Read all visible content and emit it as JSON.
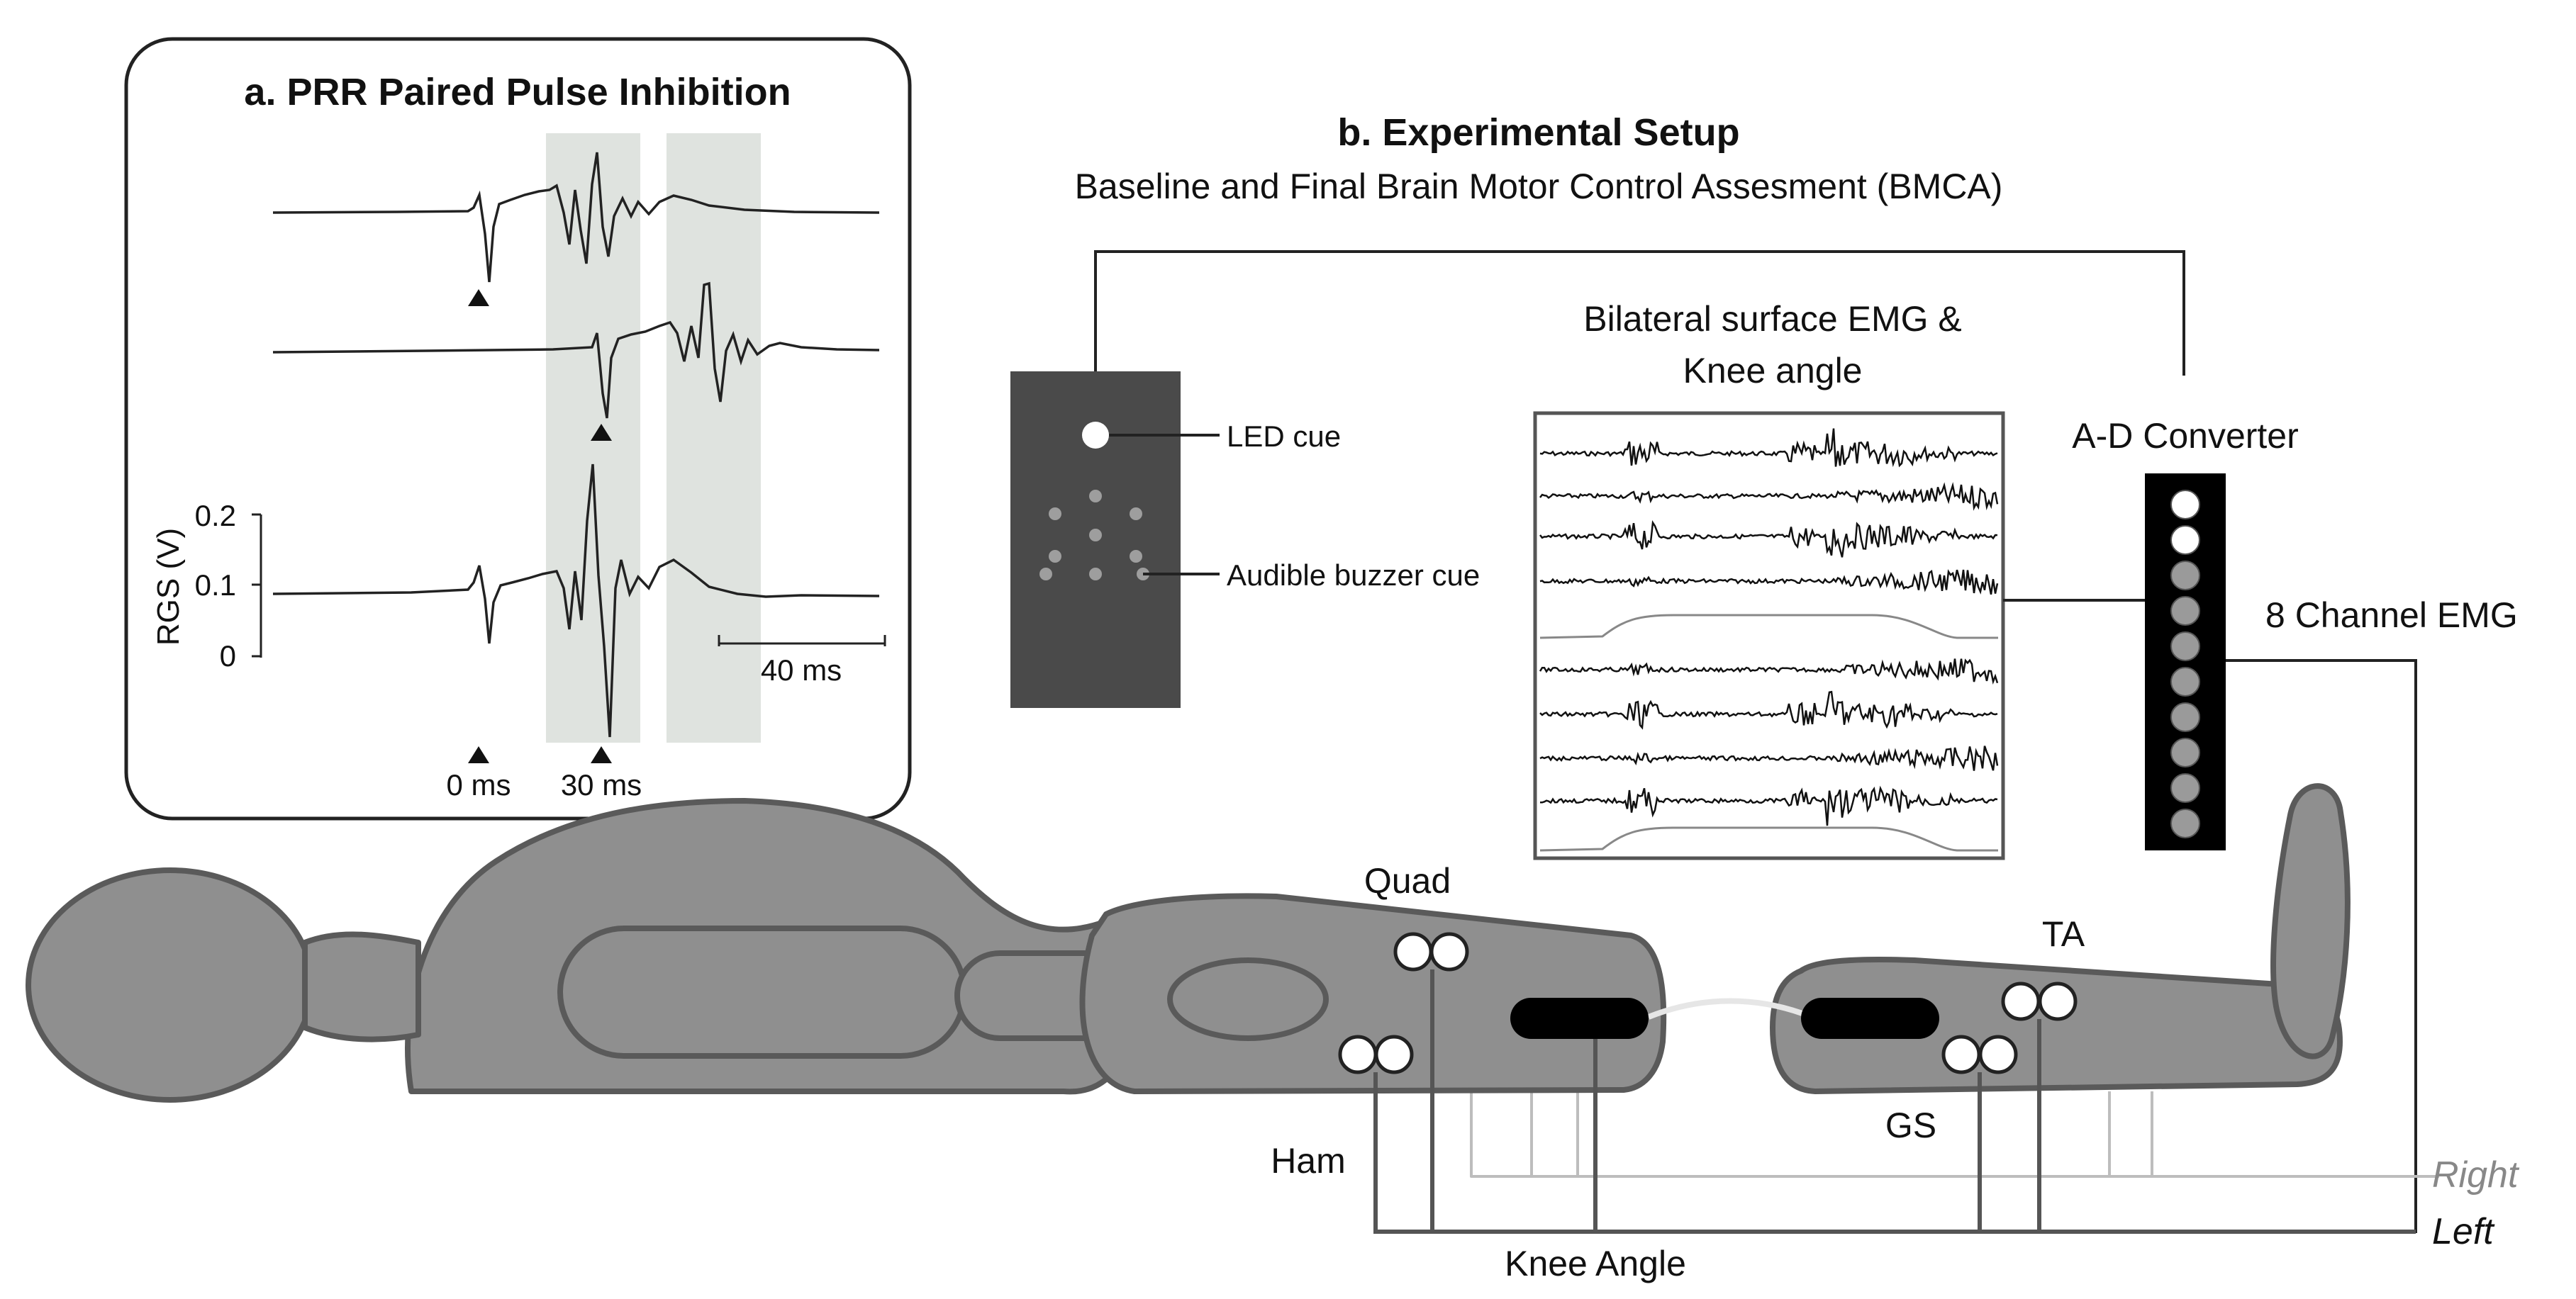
{
  "panel_a": {
    "title": "a. PRR Paired Pulse Inhibition",
    "ylabel": "RGS (V)",
    "yticks": [
      "0.2",
      "0.1",
      "0"
    ],
    "scale_label": "40 ms",
    "time_labels": [
      "0 ms",
      "30 ms"
    ]
  },
  "panel_b": {
    "title": "b. Experimental Setup",
    "subtitle": "Baseline and Final Brain Motor Control Assesment (BMCA)",
    "led_label": "LED cue",
    "buzzer_label": "Audible buzzer cue",
    "emg_title_line1": "Bilateral surface EMG &",
    "emg_title_line2": "Knee angle",
    "adc_label": "A-D Converter",
    "channel_label": "8 Channel EMG"
  },
  "body": {
    "quad_label": "Quad",
    "ham_label": "Ham",
    "ta_label": "TA",
    "gs_label": "GS",
    "knee_label": "Knee Angle",
    "right_label": "Right",
    "left_label": "Left"
  },
  "colors": {
    "body_fill": "#8f8f8f",
    "body_stroke": "#5a5a5a",
    "cue_box": "#4a4a4a",
    "shade": "#dfe3df"
  }
}
